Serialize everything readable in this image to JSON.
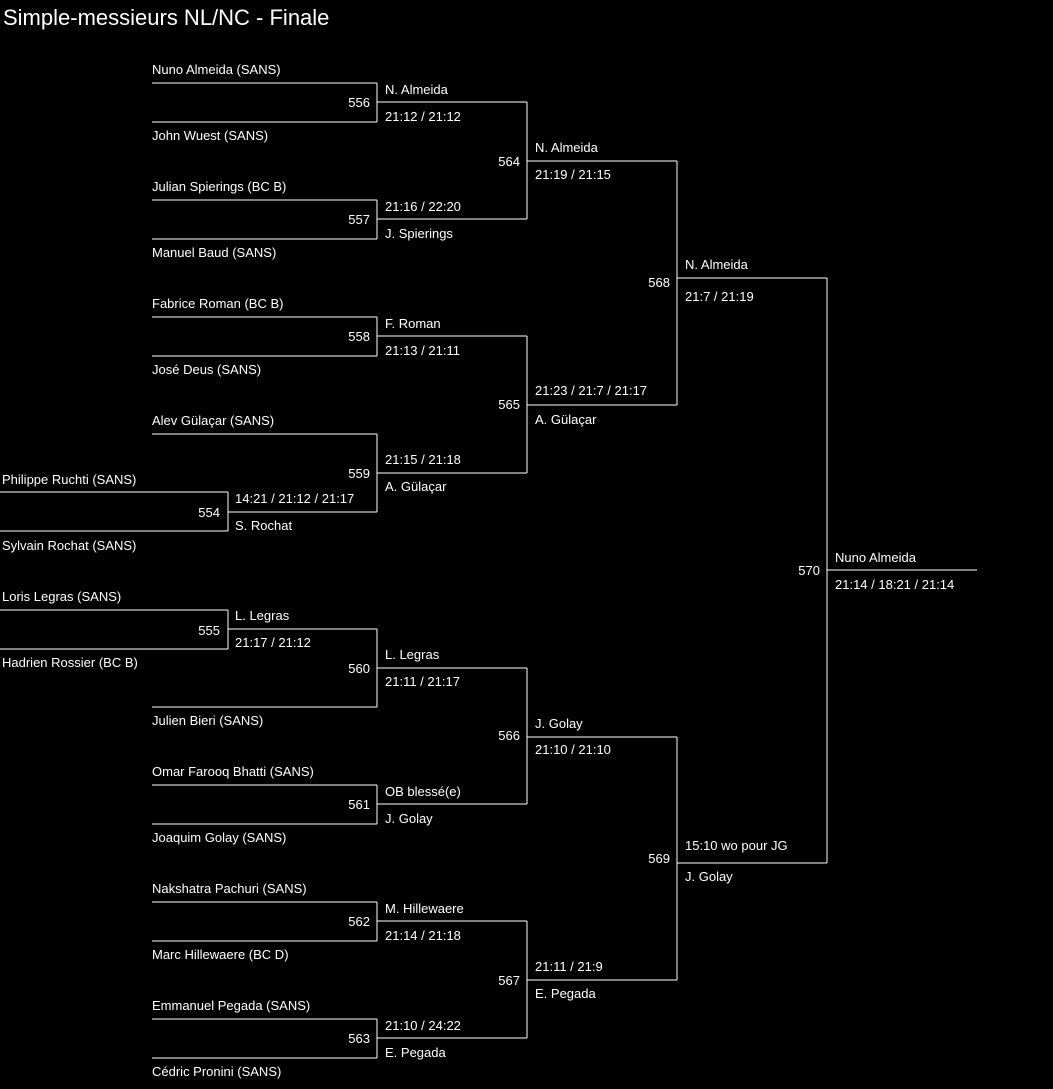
{
  "title": "Simple-messieurs NL/NC - Finale",
  "colors": {
    "background": "#000000",
    "foreground": "#ffffff"
  },
  "players": {
    "nuno_almeida": "Nuno Almeida (SANS)",
    "john_wuest": "John Wuest (SANS)",
    "julian_spierings": "Julian Spierings (BC B)",
    "manuel_baud": "Manuel Baud (SANS)",
    "fabrice_roman": "Fabrice Roman (BC B)",
    "jose_deus": "José Deus (SANS)",
    "alev_gulacar": "Alev Gülaçar (SANS)",
    "philippe_ruchti": "Philippe Ruchti (SANS)",
    "sylvain_rochat": "Sylvain Rochat (SANS)",
    "loris_legras": "Loris Legras (SANS)",
    "hadrien_rossier": "Hadrien Rossier (BC B)",
    "julien_bieri": "Julien Bieri (SANS)",
    "omar_bhatti": "Omar Farooq Bhatti (SANS)",
    "joaquim_golay": "Joaquim Golay (SANS)",
    "nakshatra_pachuri": "Nakshatra Pachuri (SANS)",
    "marc_hillewaere": "Marc Hillewaere (BC D)",
    "emmanuel_pegada": "Emmanuel Pegada (SANS)",
    "cedric_pronini": "Cédric Pronini (SANS)"
  },
  "matches": {
    "m554": {
      "number": "554",
      "winner": "S. Rochat",
      "score": "14:21 / 21:12 / 21:17"
    },
    "m555": {
      "number": "555",
      "winner": "L. Legras",
      "score": "21:17 / 21:12"
    },
    "m556": {
      "number": "556",
      "winner": "N. Almeida",
      "score": "21:12 / 21:12"
    },
    "m557": {
      "number": "557",
      "winner": "J. Spierings",
      "score": "21:16 / 22:20"
    },
    "m558": {
      "number": "558",
      "winner": "F. Roman",
      "score": "21:13 / 21:11"
    },
    "m559": {
      "number": "559",
      "winner": "A. Gülaçar",
      "score": "21:15 / 21:18"
    },
    "m560": {
      "number": "560",
      "winner": "L. Legras",
      "score": "21:11 / 21:17"
    },
    "m561": {
      "number": "561",
      "winner": "J. Golay",
      "score": "OB blessé(e)"
    },
    "m562": {
      "number": "562",
      "winner": "M. Hillewaere",
      "score": "21:14 / 21:18"
    },
    "m563": {
      "number": "563",
      "winner": "E. Pegada",
      "score": "21:10 / 24:22"
    },
    "m564": {
      "number": "564",
      "winner": "N. Almeida",
      "score": "21:19 / 21:15"
    },
    "m565": {
      "number": "565",
      "winner": "A. Gülaçar",
      "score": "21:23 / 21:7 / 21:17"
    },
    "m566": {
      "number": "566",
      "winner": "J. Golay",
      "score": "21:10 / 21:10"
    },
    "m567": {
      "number": "567",
      "winner": "E. Pegada",
      "score": "21:11 / 21:9"
    },
    "m568": {
      "number": "568",
      "winner": "N. Almeida",
      "score": "21:7 / 21:19"
    },
    "m569": {
      "number": "569",
      "winner": "J. Golay",
      "score": "15:10 wo pour JG"
    },
    "m570": {
      "number": "570",
      "winner": "Nuno Almeida",
      "score": "21:14 / 18:21 / 21:14"
    }
  }
}
